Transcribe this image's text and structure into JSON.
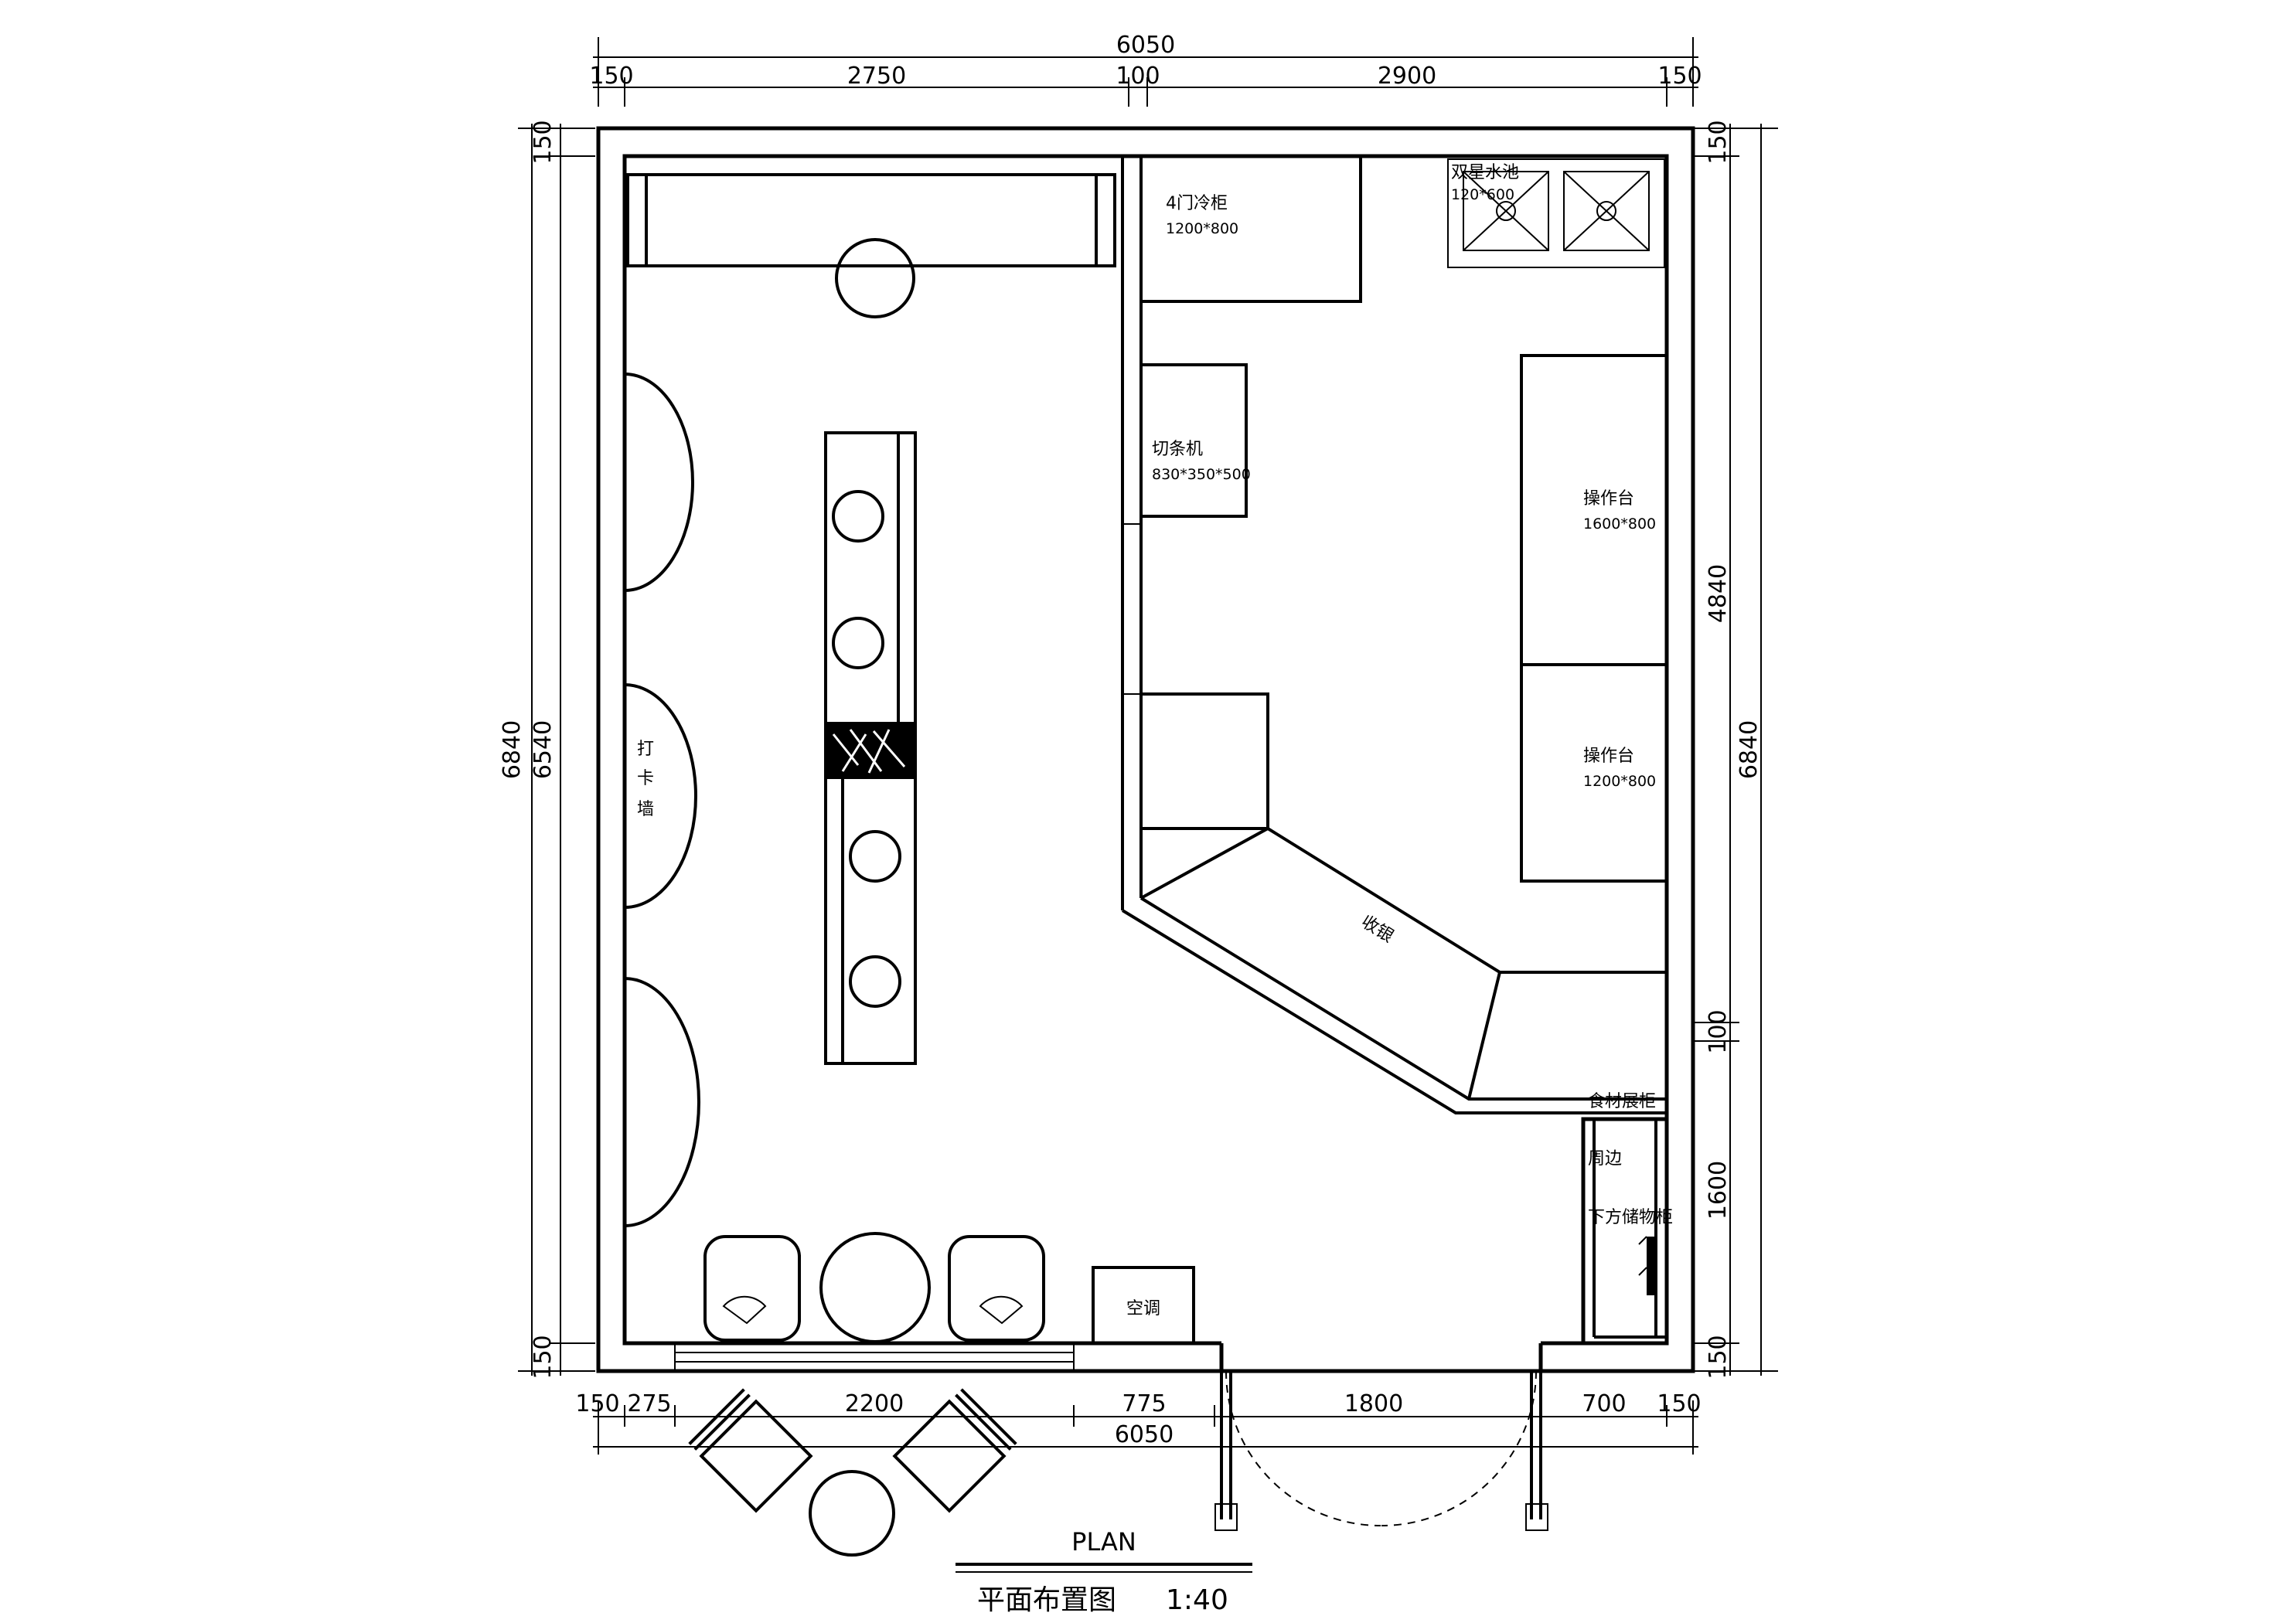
{
  "drawing": {
    "title_en": "PLAN",
    "title_cn": "平面布置图",
    "scale": "1:40"
  },
  "dimensions": {
    "top_total": "6050",
    "top_segments": [
      "150",
      "2750",
      "100",
      "2900",
      "150"
    ],
    "bottom_segments": [
      "150",
      "275",
      "2200",
      "775",
      "1800",
      "700",
      "150"
    ],
    "bottom_total": "6050",
    "left_outer": "6840",
    "left_inner": "6540",
    "left_top": "150",
    "left_bottom": "150",
    "right_outer": "6840",
    "right_segments": [
      "150",
      "4840",
      "100",
      "1600",
      "150"
    ]
  },
  "labels": {
    "fridge": "4门冷柜",
    "fridge_size": "1200*800",
    "sink": "双星水池",
    "sink_size": "120*600",
    "slicer": "切条机",
    "slicer_size": "830*350*500",
    "worktable1": "操作台",
    "worktable1_size": "1600*800",
    "worktable2": "操作台",
    "worktable2_size": "1200*800",
    "cashier": "收银",
    "food_cabinet": "食材展柜",
    "merch_1": "周边",
    "merch_2": "下方储物柜",
    "photo_wall_1": "打",
    "photo_wall_2": "卡",
    "photo_wall_3": "墙",
    "aircon": "空调"
  }
}
